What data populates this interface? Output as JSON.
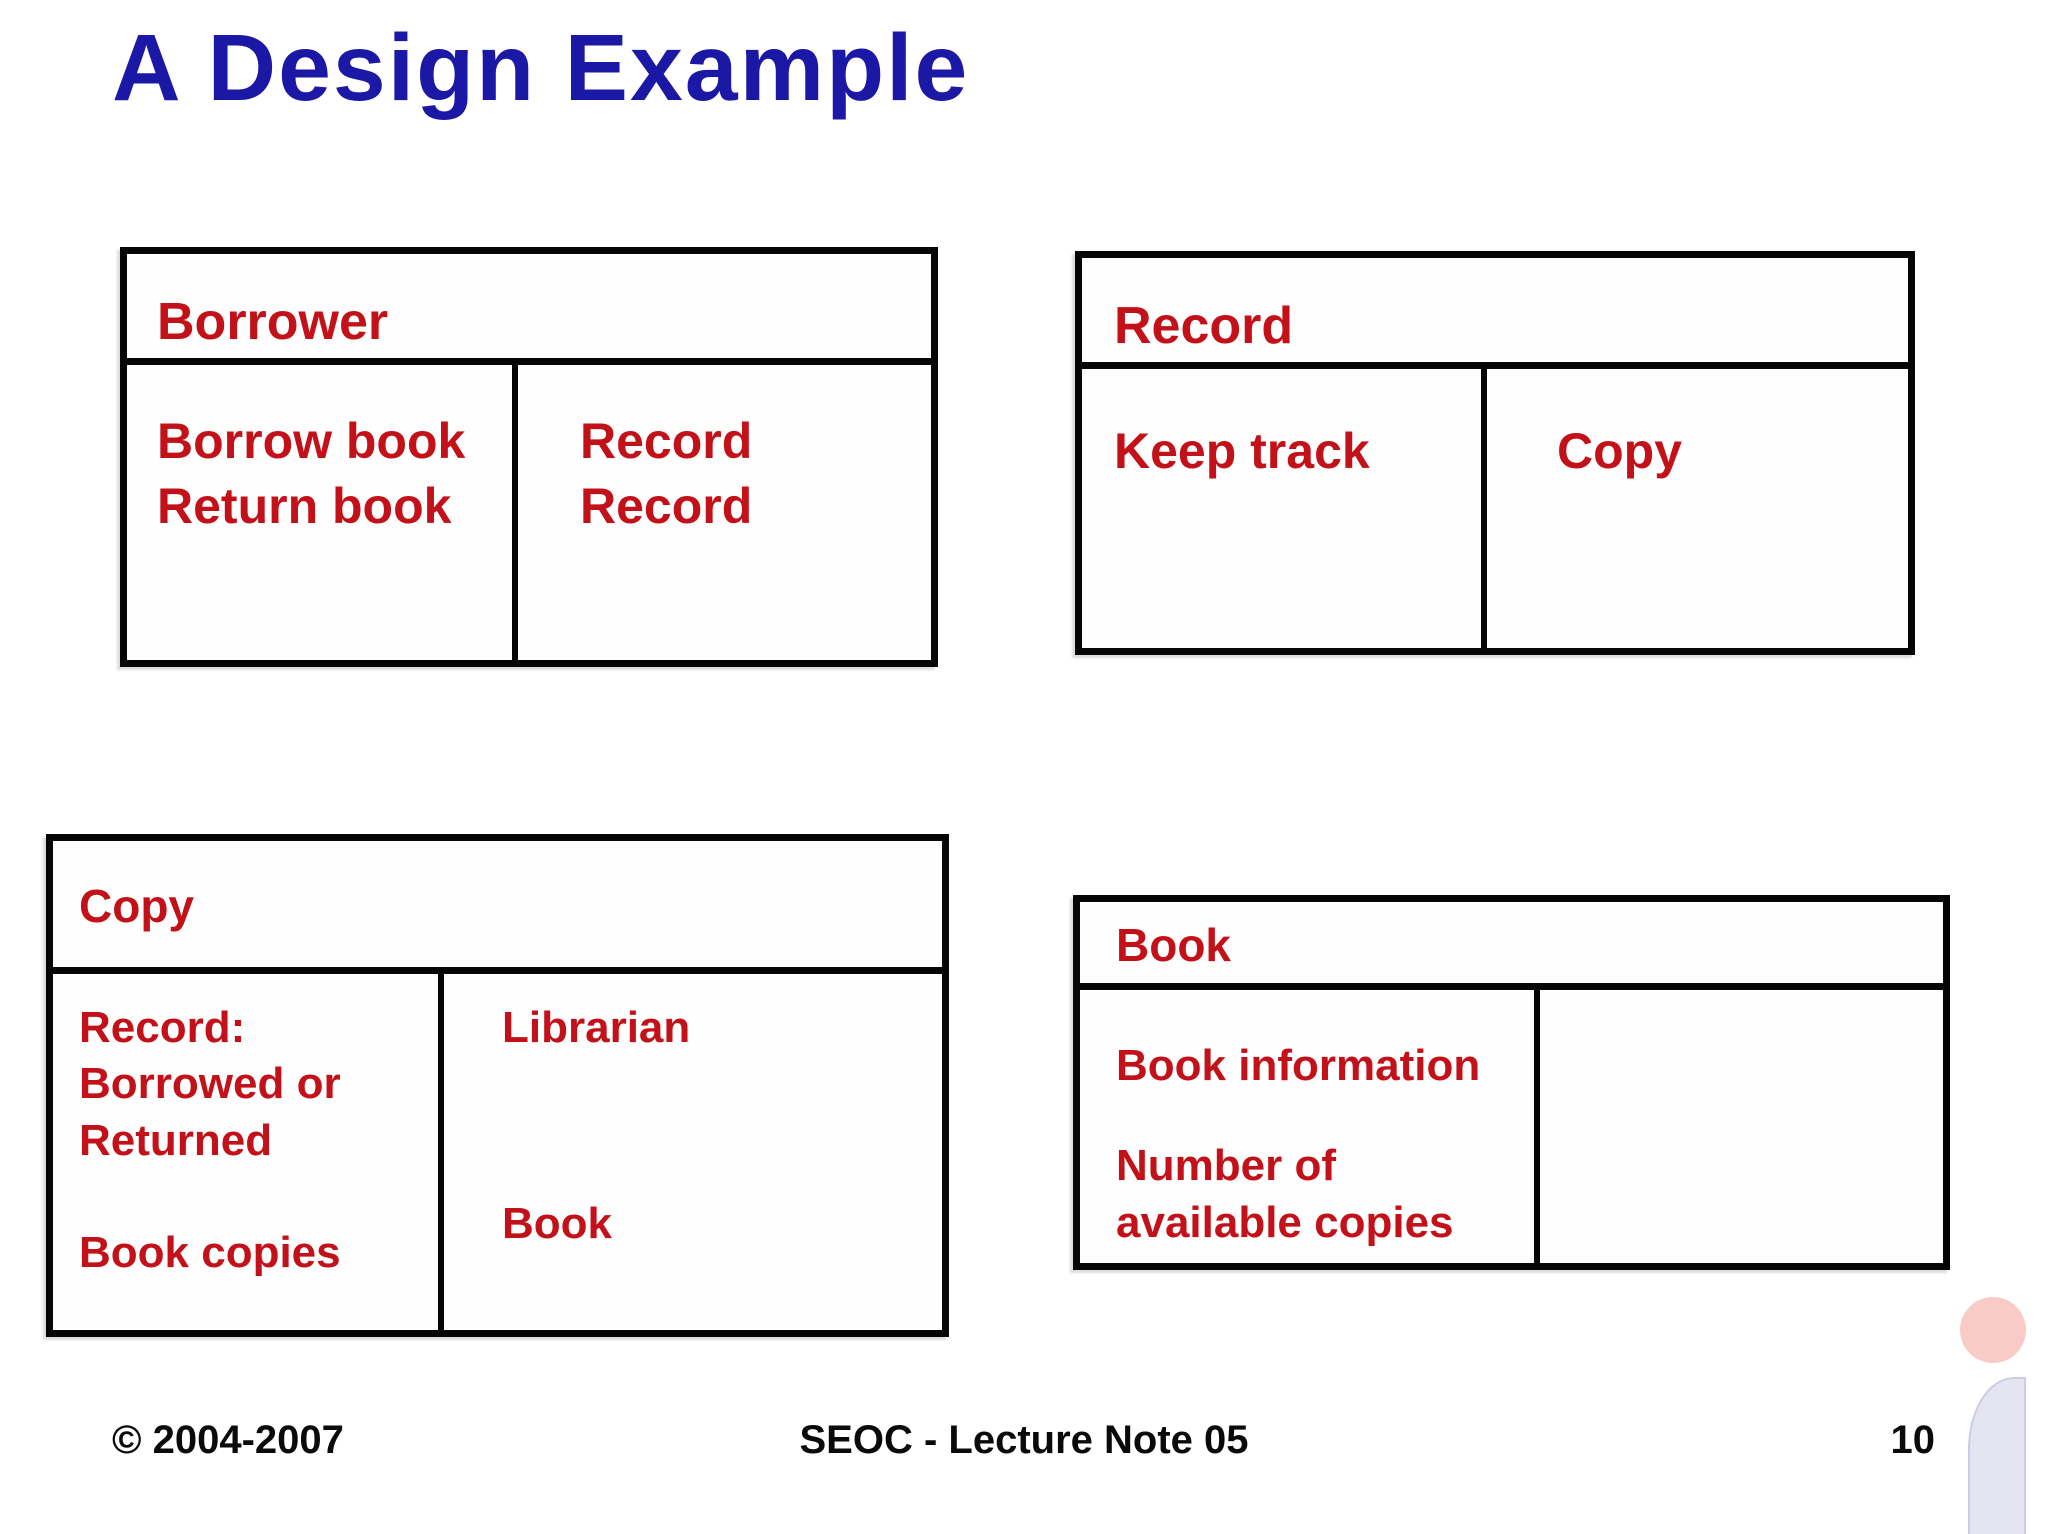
{
  "title": "A Design Example",
  "colors": {
    "title_blue": "#1c18a6",
    "card_text_red": "#c31119",
    "border_black": "#060606",
    "circle_pink": "#f8cbc6",
    "bar_lavender": "#e5e5f2"
  },
  "cards": [
    {
      "name": "Borrower",
      "left_top": "Borrow book\nReturn book",
      "left_bottom": "",
      "right_top": "Record\nRecord",
      "right_bottom": ""
    },
    {
      "name": "Record",
      "left_top": "Keep track",
      "left_bottom": "",
      "right_top": "Copy",
      "right_bottom": ""
    },
    {
      "name": "Copy",
      "left_top": "Record:\nBorrowed or\nReturned",
      "left_bottom": "Book copies",
      "right_top": "Librarian",
      "right_bottom": "Book"
    },
    {
      "name": "Book",
      "left_top": "Book information",
      "left_bottom": "Number of\navailable copies",
      "right_top": "",
      "right_bottom": ""
    }
  ],
  "footer": {
    "copyright": "© 2004-2007",
    "center": "SEOC - Lecture Note 05",
    "page_number": "10"
  }
}
